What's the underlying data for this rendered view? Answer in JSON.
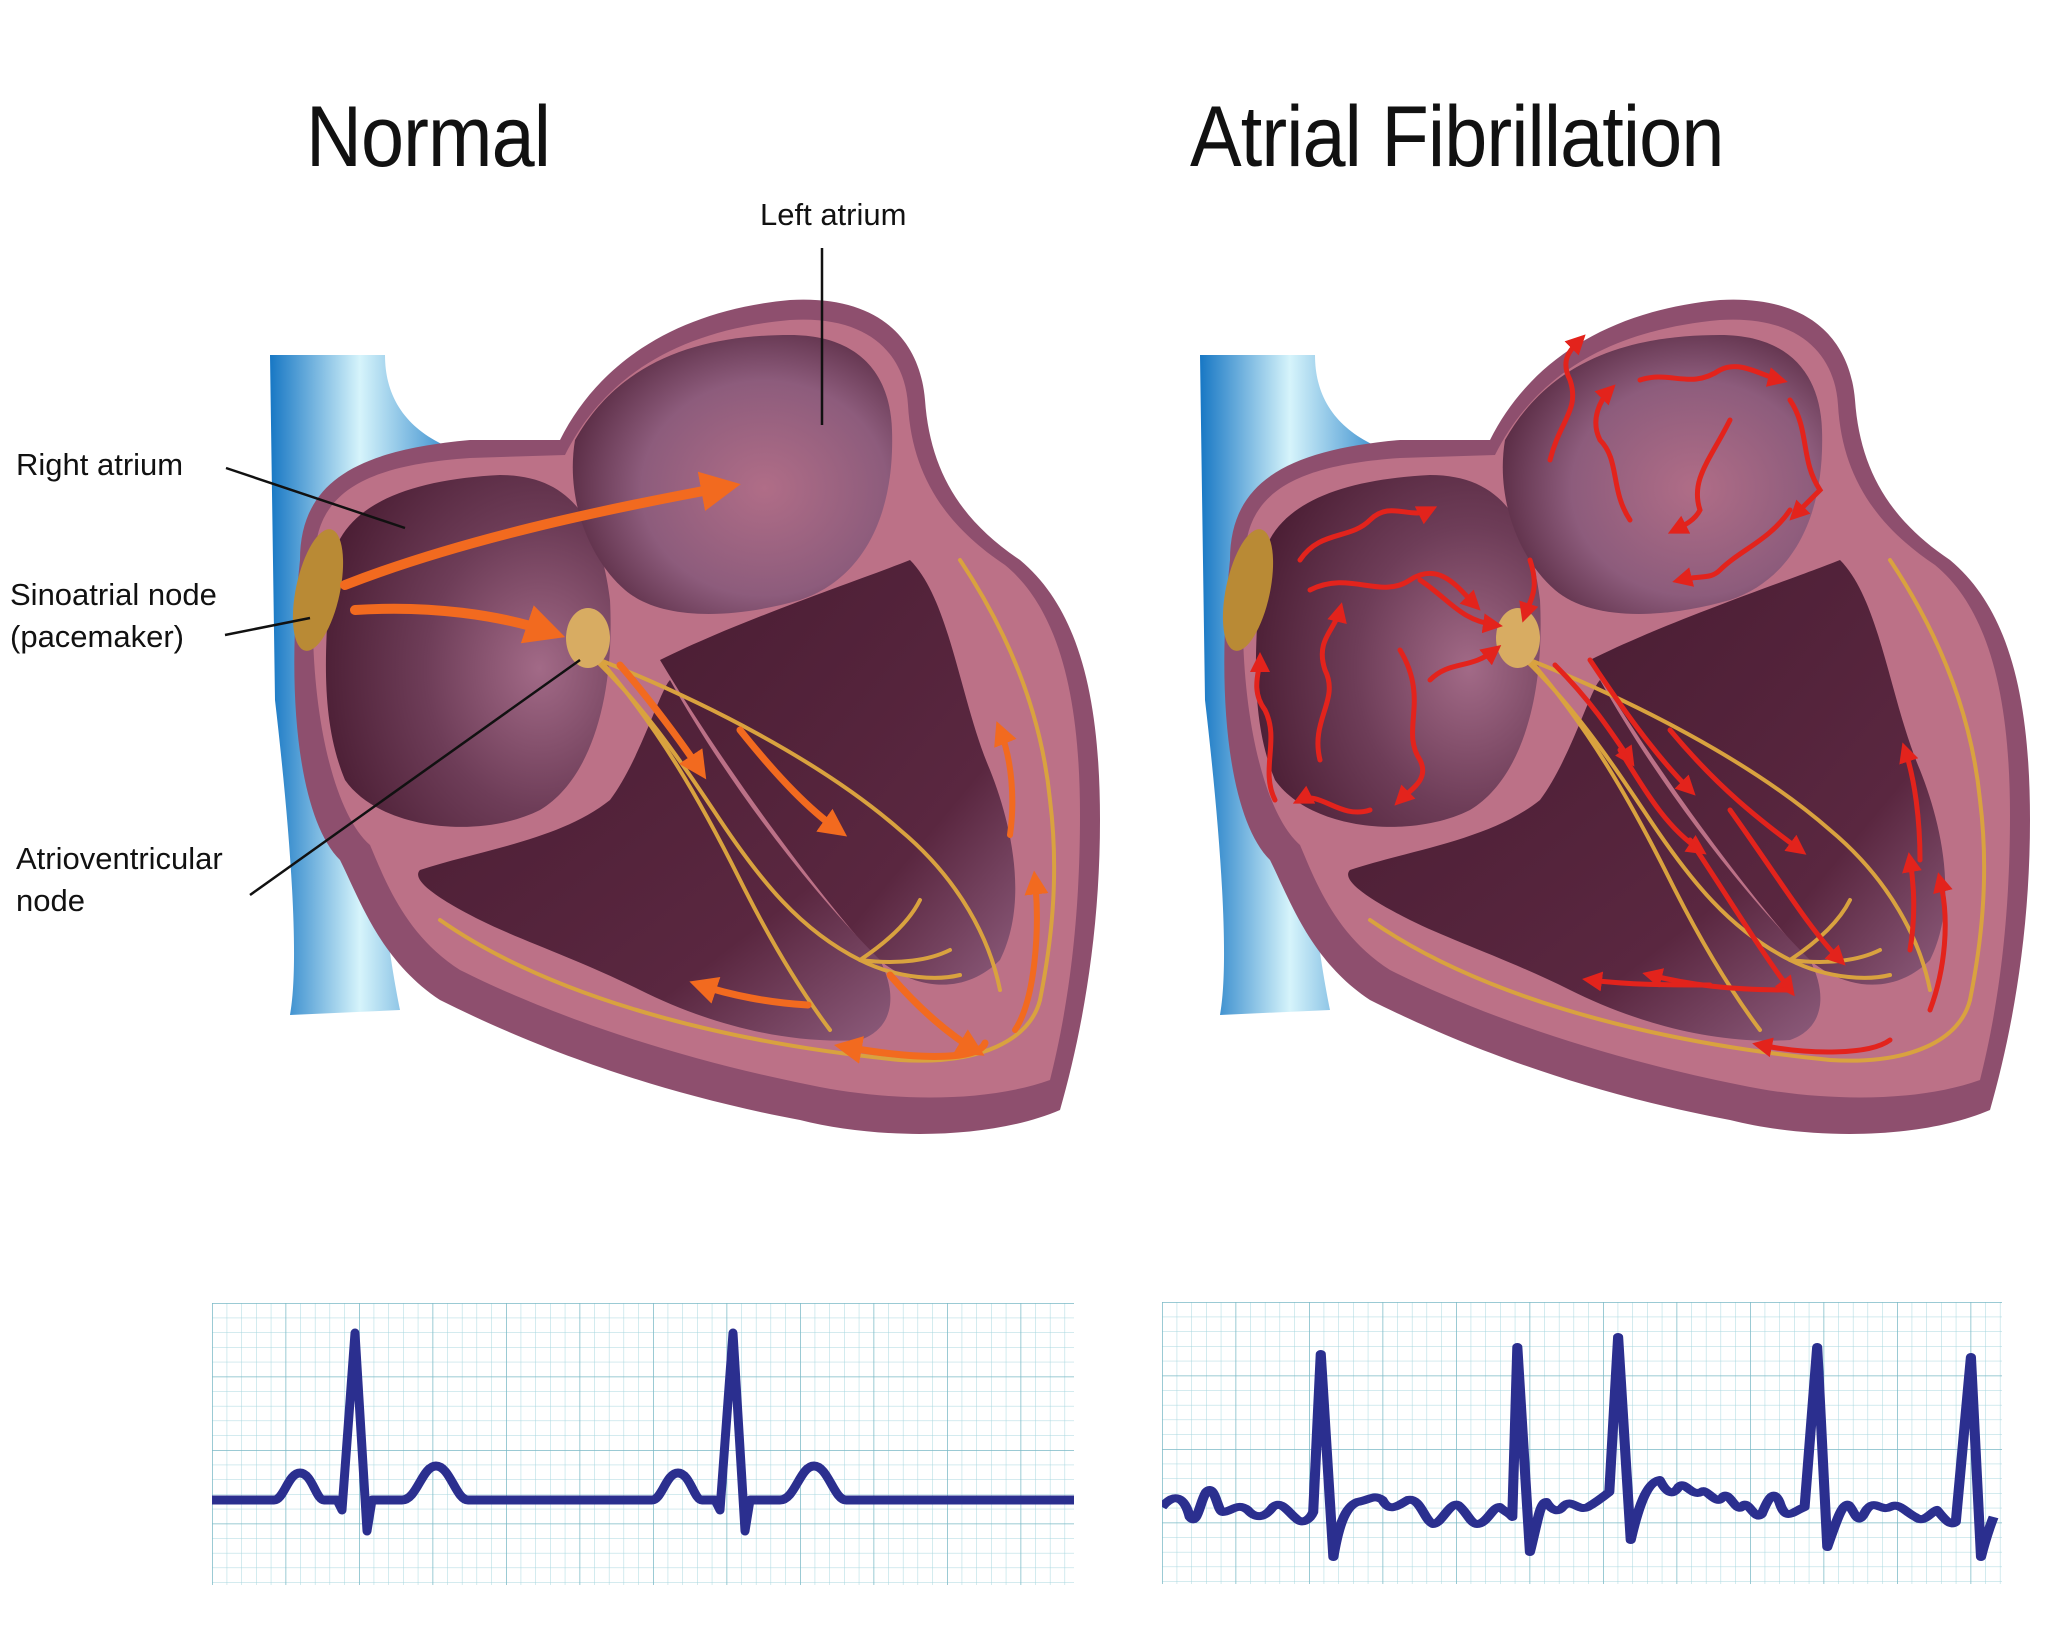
{
  "panels": [
    {
      "id": "normal",
      "title": "Normal",
      "labels": {
        "left_atrium": "Left atrium",
        "right_atrium": "Right atrium",
        "sinoatrial_node_line1": "Sinoatrial node",
        "sinoatrial_node_line2": "(pacemaker)",
        "av_node_line1": "Atrioventricular",
        "av_node_line2": "node"
      }
    },
    {
      "id": "afib",
      "title": "Atrial Fibrillation"
    }
  ],
  "colors": {
    "heart_outer": "#8e4f6e",
    "heart_wall": "#bc7187",
    "chamber_dark": "#4a1d33",
    "chamber_mid": "#8d5c7c",
    "vessel_blue": "#1777c4",
    "vessel_light": "#d6f4fb",
    "node_gold": "#b98a35",
    "conduction_gold": "#d9a23f",
    "arrow_orange": "#f26a1f",
    "arrow_red": "#e3231c",
    "ecg_line": "#2b2f8f",
    "ecg_grid": "#8cc9d3"
  },
  "chart_data": [
    {
      "type": "line",
      "title": "Normal sinus rhythm ECG",
      "xlabel": "",
      "ylabel": "",
      "grid": true,
      "grid_minor_cells": {
        "cols": 44,
        "rows": 15
      },
      "description": "Two regular PQRST complexes: P wave, tall narrow R spike, S dip, rounded T wave, flat baseline",
      "beats": 2,
      "x": [
        0,
        6,
        8,
        10,
        11,
        12,
        13,
        14,
        15,
        16,
        20,
        22,
        24,
        26,
        29,
        33,
        35,
        37,
        38,
        39,
        40,
        41,
        42,
        43,
        47,
        49,
        51,
        53,
        58
      ],
      "values": [
        0,
        0,
        1.4,
        0,
        -0.3,
        9.0,
        -2.0,
        0,
        0,
        0,
        1.8,
        0,
        0,
        0,
        0,
        1.4,
        0,
        -0.3,
        9.0,
        -2.0,
        0,
        0,
        0,
        0,
        1.8,
        0,
        0,
        0,
        0
      ]
    },
    {
      "type": "line",
      "title": "Atrial fibrillation ECG",
      "xlabel": "",
      "ylabel": "",
      "grid": true,
      "grid_minor_cells": {
        "cols": 44,
        "rows": 15
      },
      "description": "Irregularly irregular R-R intervals, absent P waves, fibrillatory wavy baseline",
      "beats": 5,
      "r_peak_positions_fraction": [
        0.175,
        0.405,
        0.525,
        0.765,
        0.955
      ]
    }
  ]
}
